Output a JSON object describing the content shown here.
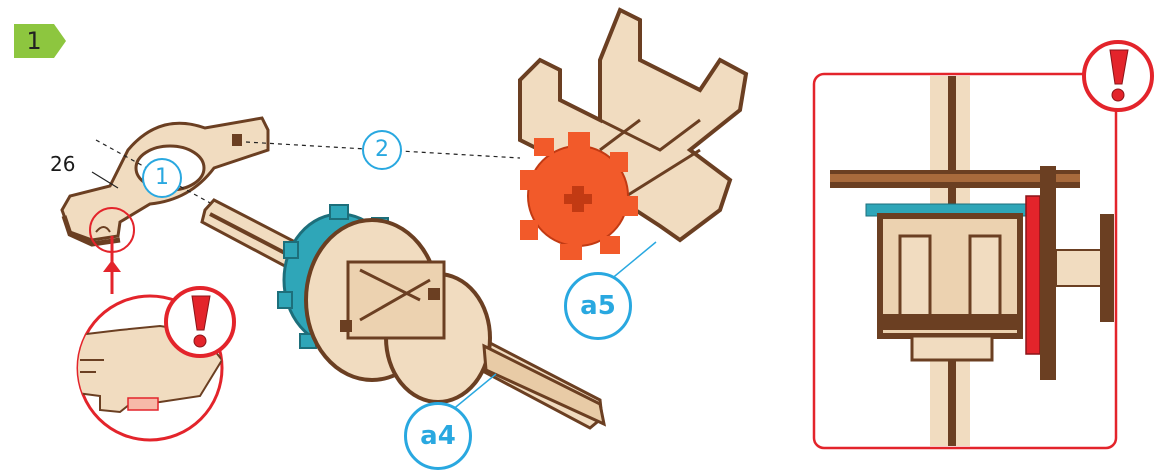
{
  "step": {
    "number": "1",
    "tag_color": "#8dc63f"
  },
  "part_number": "26",
  "sequence_labels": {
    "first": "1",
    "second": "2"
  },
  "part_labels": {
    "a4": "a4",
    "a5": "a5"
  },
  "colors": {
    "wood": "#f1dcc0",
    "wood_edge": "#6b3f22",
    "teal_gear": "#2fa6b8",
    "orange_gear": "#f25a2a",
    "label_blue": "#29a8e0",
    "warning_red": "#e3242b"
  },
  "icons": [
    "warning-icon",
    "zoom-detail-circle",
    "inset-frame"
  ]
}
